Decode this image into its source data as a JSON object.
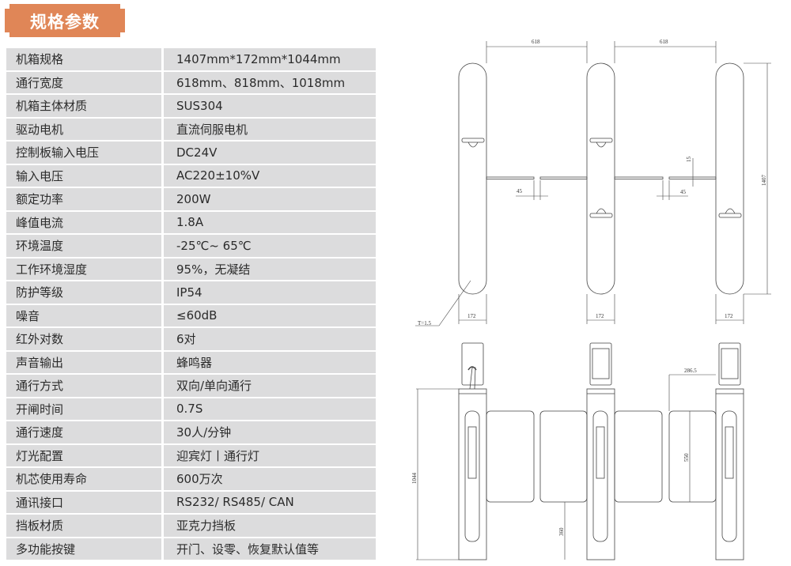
{
  "title": "规格参数",
  "specs": [
    {
      "label": "机箱规格",
      "value": "1407mm*172mm*1044mm"
    },
    {
      "label": "通行宽度",
      "value": "618mm、818mm、1018mm"
    },
    {
      "label": "机箱主体材质",
      "value": "SUS304"
    },
    {
      "label": "驱动电机",
      "value": "直流伺服电机"
    },
    {
      "label": "控制板输入电压",
      "value": "DC24V"
    },
    {
      "label": "输入电压",
      "value": "AC220±10%V"
    },
    {
      "label": "额定功率",
      "value": "200W"
    },
    {
      "label": "峰值电流",
      "value": "1.8A"
    },
    {
      "label": "环境温度",
      "value": "-25℃~ 65℃"
    },
    {
      "label": "工作环境湿度",
      "value": "95%，无凝结"
    },
    {
      "label": "防护等级",
      "value": "IP54"
    },
    {
      "label": "噪音",
      "value": "≤60dB"
    },
    {
      "label": "红外对数",
      "value": "6对"
    },
    {
      "label": "声音输出",
      "value": "蜂鸣器"
    },
    {
      "label": "通行方式",
      "value": "双向/单向通行"
    },
    {
      "label": "开闸时间",
      "value": "0.7S"
    },
    {
      "label": "通行速度",
      "value": "30人/分钟"
    },
    {
      "label": "灯光配置",
      "value": "迎宾灯丨通行灯"
    },
    {
      "label": "机芯使用寿命",
      "value": "600万次"
    },
    {
      "label": "通讯接口",
      "value": "RS232/ RS485/ CAN"
    },
    {
      "label": "挡板材质",
      "value": "亚克力挡板"
    },
    {
      "label": "多功能按键",
      "value": "开门、设零、恢复默认值等"
    }
  ],
  "drawing": {
    "top": {
      "width1": "618",
      "width2": "618",
      "length": "1407",
      "post_w1": "172",
      "post_w2": "172",
      "post_w3": "172",
      "gap1": "45",
      "gap2": "45",
      "arm": "15",
      "thickness": "T=1.5"
    },
    "front": {
      "height": "1044",
      "panel_bottom": "360",
      "panel_height": "550",
      "offset": "286.5"
    }
  },
  "colors": {
    "accent": "#e08657",
    "row_bg": "#dcdcdd"
  }
}
